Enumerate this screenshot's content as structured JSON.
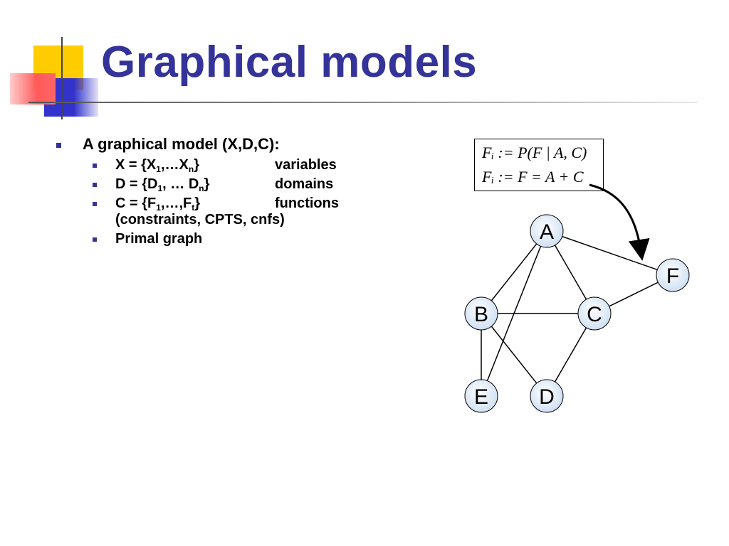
{
  "title": "Graphical models",
  "bullets": {
    "main": "A graphical model  (X,D,C):",
    "items": [
      {
        "key_pre": "X = {X",
        "sub1": "1",
        "key_mid": ",…X",
        "sub2": "n",
        "key_post": "}",
        "desc": "variables"
      },
      {
        "key_pre": "D = {D",
        "sub1": "1",
        "key_mid": ", … D",
        "sub2": "n",
        "key_post": "}",
        "desc": "domains"
      },
      {
        "key_pre": "C = {F",
        "sub1": "1",
        "key_mid": ",…,F",
        "sub2": "t",
        "key_post": "}",
        "desc": "functions",
        "cont": "(constraints, CPTS, cnfs)"
      }
    ],
    "last": "Primal graph"
  },
  "formulas": {
    "line1": "Fᵢ := P(F | A, C)",
    "line2": "Fᵢ := F = A + C"
  },
  "graph": {
    "nodes": [
      "A",
      "F",
      "B",
      "C",
      "E",
      "D"
    ],
    "edges": [
      [
        "A",
        "F"
      ],
      [
        "A",
        "B"
      ],
      [
        "A",
        "C"
      ],
      [
        "A",
        "E"
      ],
      [
        "B",
        "C"
      ],
      [
        "B",
        "E"
      ],
      [
        "B",
        "D"
      ],
      [
        "C",
        "D"
      ],
      [
        "C",
        "F"
      ]
    ]
  },
  "colors": {
    "title": "#333399",
    "bullet": "#333399",
    "node_fill": "#dde9f6",
    "deco_yellow": "#ffcc00",
    "deco_blue": "#3333cc",
    "deco_red": "#ff6666"
  }
}
